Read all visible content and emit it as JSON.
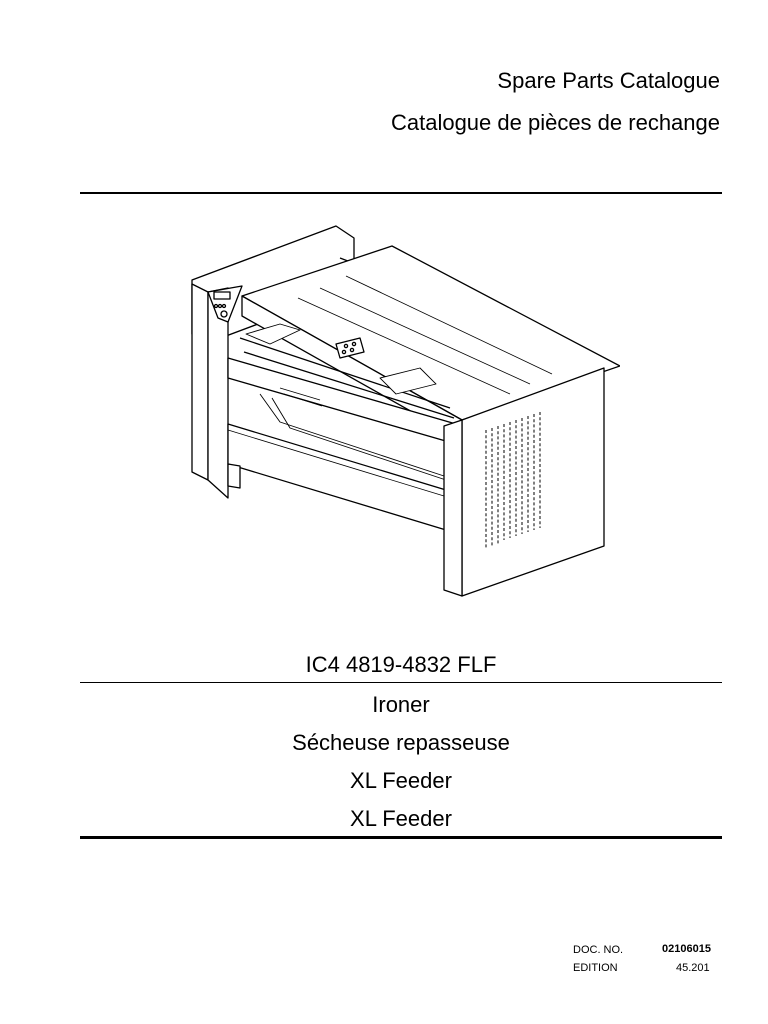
{
  "header": {
    "title_en": "Spare Parts Catalogue",
    "title_fr": "Catalogue de pièces de rechange"
  },
  "product": {
    "model": "IC4 4819-4832 FLF",
    "descriptions": [
      "Ironer",
      "Sécheuse repasseuse",
      "XL Feeder",
      "XL Feeder"
    ]
  },
  "document": {
    "doc_no_label": "DOC. NO.",
    "doc_no": "02106015",
    "edition_label": "EDITION",
    "edition": "45.201"
  }
}
